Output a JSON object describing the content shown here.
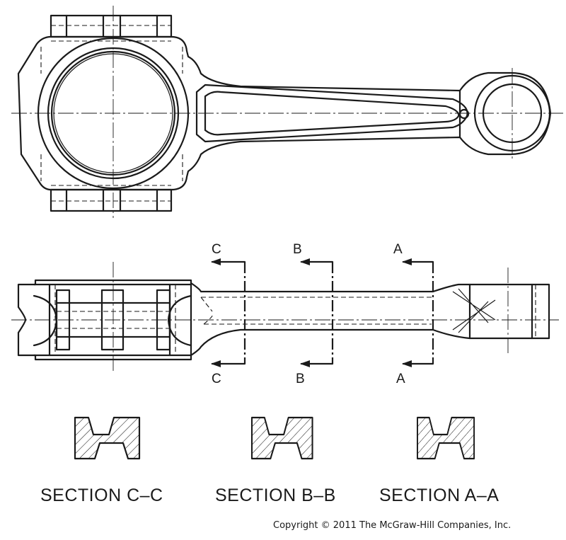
{
  "cutting_planes": [
    {
      "id": "C",
      "top_letter": "C",
      "bottom_letter": "C"
    },
    {
      "id": "B",
      "top_letter": "B",
      "bottom_letter": "B"
    },
    {
      "id": "A",
      "top_letter": "A",
      "bottom_letter": "A"
    }
  ],
  "sections": [
    {
      "id": "C",
      "caption": "SECTION C–C"
    },
    {
      "id": "B",
      "caption": "SECTION B–B"
    },
    {
      "id": "A",
      "caption": "SECTION A–A"
    }
  ],
  "copyright": "Copyright © 2011 The McGraw-Hill Companies, Inc."
}
